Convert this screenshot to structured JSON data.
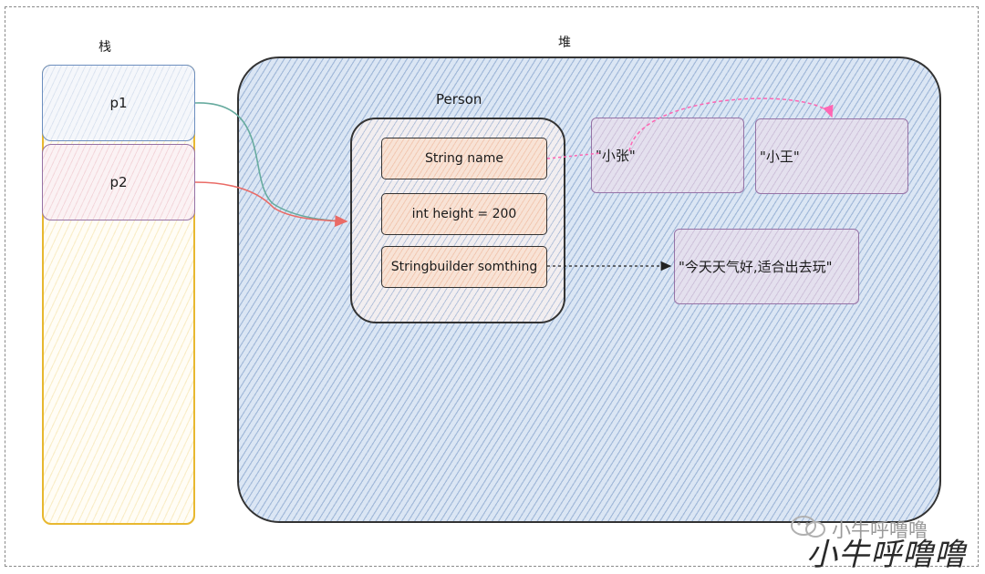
{
  "stack": {
    "title": "栈",
    "cells": [
      "p1",
      "p2"
    ]
  },
  "heap": {
    "title": "堆",
    "person": {
      "title": "Person",
      "fields": [
        "String name",
        "int height = 200",
        "Stringbuilder somthing"
      ]
    },
    "values": [
      "\"小张\"",
      "\"小王\"",
      "\"今天天气好,适合出去玩\""
    ]
  },
  "watermark": {
    "small": "小牛呼噜噜",
    "big": "小牛呼噜噜"
  },
  "colors": {
    "stack_border": "#e8b830",
    "p1_border": "#6c8ebf",
    "p2_border": "#9673a6",
    "p1_arrow": "#67ab9f",
    "p2_arrow": "#ea6b66",
    "reassign_arrow": "#ff66b3",
    "heap_fill": "#dae8fc",
    "field_fill": "#f8cecc",
    "value_fill": "#e1d5e7"
  }
}
